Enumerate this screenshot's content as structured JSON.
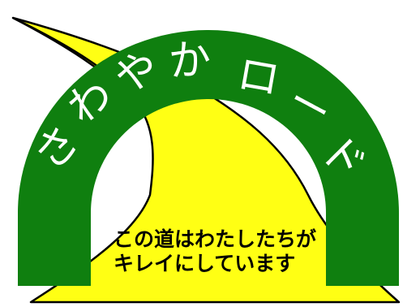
{
  "sign": {
    "arch_title": "さわやかロード",
    "arch_chars": [
      "さ",
      "わ",
      "や",
      "か",
      "ロ",
      "ー",
      "ド"
    ],
    "message_line_1": "この道はわたしたちが",
    "message_line_2": "キレイにしています"
  },
  "colors": {
    "arch_green": "#0f7f0f",
    "road_yellow": "#ffff14",
    "outline": "#000000",
    "background": "#ffffff",
    "arch_text": "#ffffff",
    "message_text": "#000000"
  }
}
